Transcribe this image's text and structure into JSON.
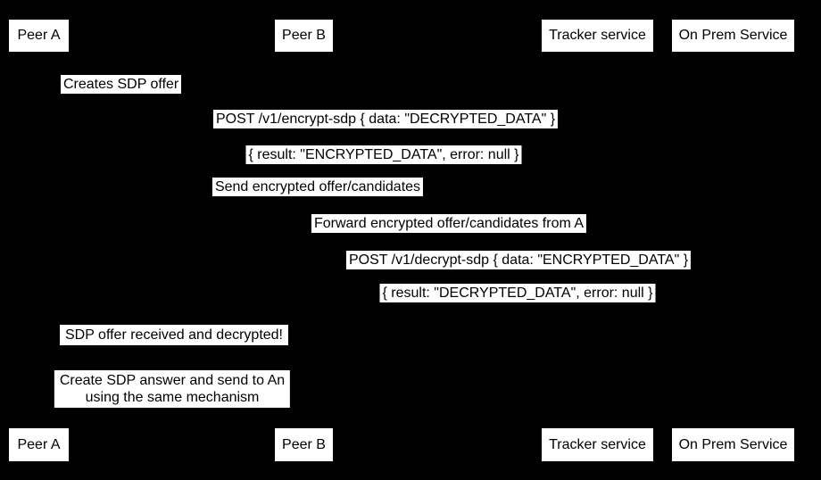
{
  "colors": {
    "background": "#000000",
    "label_background": "#ffffff",
    "label_text": "#000000"
  },
  "diagram_type": "sequence",
  "participants": [
    "Peer A",
    "Peer B",
    "Tracker service",
    "On Prem Service"
  ],
  "messages": [
    "Creates SDP offer",
    "POST /v1/encrypt-sdp { data: \"DECRYPTED_DATA\" }",
    "{ result: \"ENCRYPTED_DATA\", error: null }",
    "Send encrypted offer/candidates",
    "Forward encrypted offer/candidates from A",
    "POST /v1/decrypt-sdp { data: \"ENCRYPTED_DATA\" }",
    "{ result: \"DECRYPTED_DATA\", error: null }"
  ],
  "notes": [
    "SDP offer received and decrypted!",
    "Create SDP answer and send to An\nusing the same mechanism"
  ]
}
